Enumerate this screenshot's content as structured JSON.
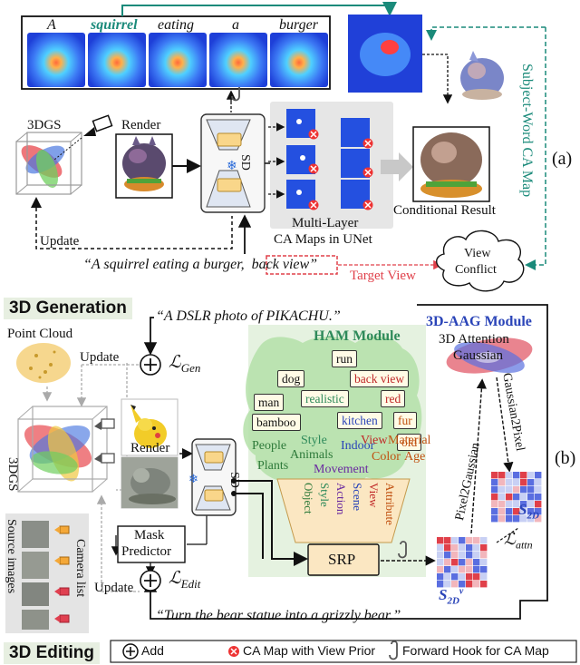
{
  "prompt_words": [
    "A",
    "squirrel",
    "eating",
    "a",
    "burger"
  ],
  "highlight_word": "squirrel",
  "colors": {
    "teal": "#1a8a7a",
    "target_red": "#e0404a",
    "ham_green": "#2e8a5a",
    "aag_blue": "#2a44b8",
    "srp_fill": "#fbe7c2"
  },
  "top": {
    "label_3dgs": "3DGS",
    "label_render": "Render",
    "label_sd": "SD",
    "multi_layer_1": "Multi-Layer",
    "multi_layer_2": "CA Maps in UNet",
    "conditional_result": "Conditional Result",
    "update": "Update",
    "prompt_main": "“A squirrel eating a burger,",
    "prompt_view": "back view",
    "prompt_close": "”",
    "target_view": "Target View",
    "view_conflict_1": "View",
    "view_conflict_2": "Conflict",
    "subject_word": "Subject-Word CA Map",
    "panel_a": "(a)"
  },
  "bottom": {
    "gen_title": "3D Generation",
    "edit_title": "3D Editing",
    "point_cloud": "Point Cloud",
    "update_top": "Update",
    "update_bottom": "Update",
    "loss_gen": "ℒ",
    "loss_gen_sub": "Gen",
    "loss_edit": "ℒ",
    "loss_edit_sub": "Edit",
    "prompt_gen": "“A DSLR photo of PIKACHU.”",
    "prompt_edit": "“Turn the bear statue into a grizzly bear.”",
    "label_3dgs": "3DGS",
    "render": "Render",
    "mask_predictor_1": "Mask",
    "mask_predictor_2": "Predictor",
    "source_images": "Source images",
    "camera_list": "Camera list",
    "sd": "SD",
    "ham_title": "HAM Module",
    "ham_tags": [
      "run",
      "dog",
      "back view",
      "man",
      "realistic",
      "red",
      "fur",
      "bamboo",
      "kitchen",
      "old"
    ],
    "ham_categories": [
      "People",
      "Style",
      "Indoor",
      "View",
      "Material",
      "Animals",
      "Color",
      "Age",
      "Plants",
      "Movement"
    ],
    "srp_columns": [
      "Object",
      "Style",
      "Action",
      "Scene",
      "View",
      "Attribute"
    ],
    "srp": "SRP",
    "aag_title": "3D-AAG Module",
    "aag_sub_1": "3D Attention",
    "aag_sub_2": "Gaussian",
    "gaussian2pixel": "Gaussian2Pixel",
    "pixel2gaussian": "Pixel2Gaussian",
    "s2d": "S",
    "s2d_sub": "2D",
    "s2d_sup": "v",
    "loss_attn": "ℒ",
    "loss_attn_sub": "attn",
    "panel_b": "(b)"
  },
  "legend": {
    "add": "Add",
    "ca_map_view": "CA Map with View Prior",
    "forward_hook": "Forward Hook for CA Map"
  }
}
